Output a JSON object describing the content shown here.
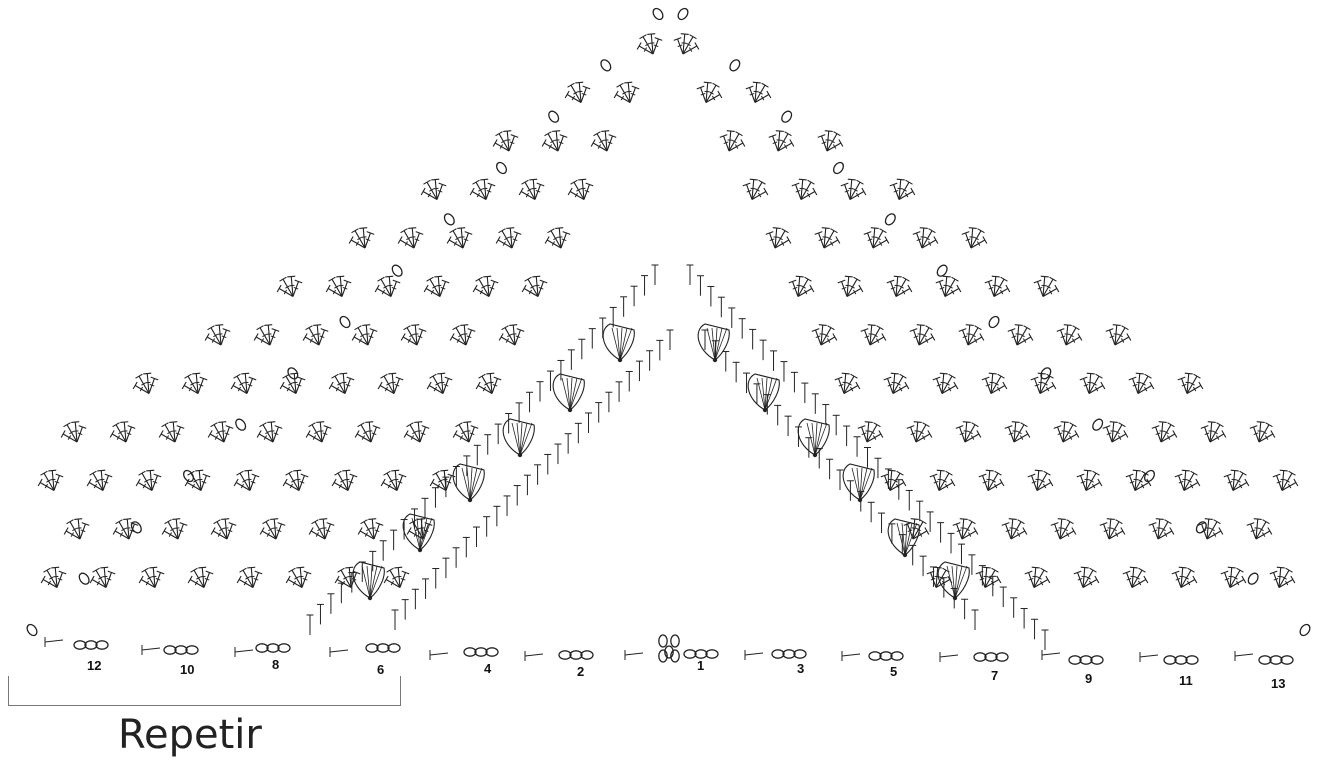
{
  "diagram": {
    "row_labels": [
      "12",
      "10",
      "8",
      "6",
      "4",
      "2",
      "1",
      "3",
      "5",
      "7",
      "9",
      "11",
      "13"
    ],
    "repeat_label": "Repetir",
    "stroke_color": "#222222"
  }
}
